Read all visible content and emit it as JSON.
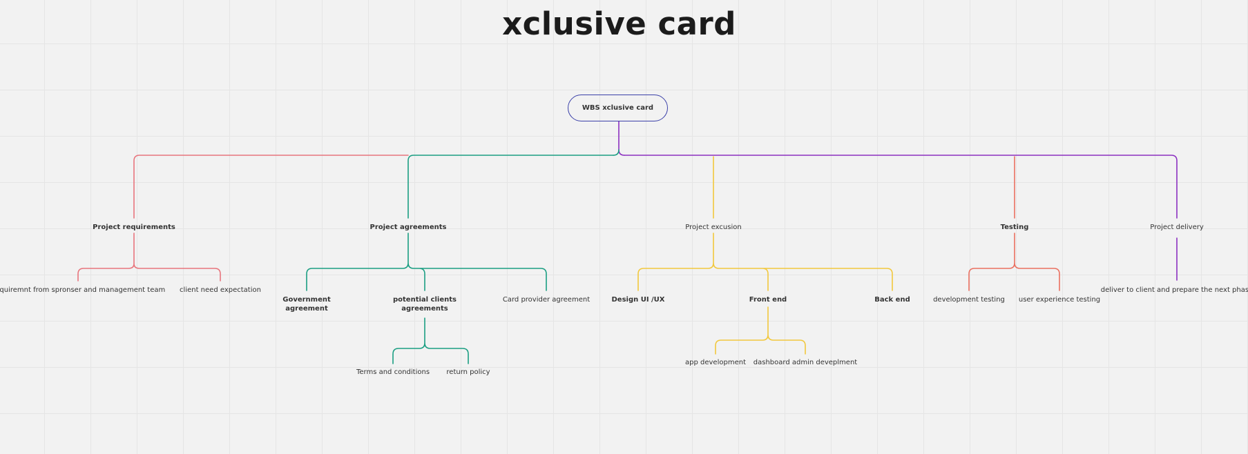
{
  "title": "xclusive card",
  "root": {
    "label": "WBS xclusive card"
  },
  "colors": {
    "requirements": "#e8747c",
    "agreements": "#1a9e82",
    "execution": "#f2c83c",
    "testing": "#ea7060",
    "delivery": "#8b2fc0",
    "root_border": "#3a3fa8"
  },
  "branches": {
    "requirements": {
      "label": "Project requirements",
      "children": [
        "Requiremnt from spronser and management team",
        "client need expectation"
      ]
    },
    "agreements": {
      "label": "Project agreements",
      "children": [
        "Government agreement",
        "potential clients agreements",
        "Card provider agreement"
      ],
      "sub": [
        "Terms and conditions",
        "return policy"
      ]
    },
    "execution": {
      "label": "Project  excusion",
      "children": [
        "Design UI /UX",
        "Front end",
        "Back end"
      ],
      "sub": [
        "app development",
        "dashboard admin deveplment"
      ]
    },
    "testing": {
      "label": "Testing",
      "children": [
        "development testing",
        "user experience testing"
      ]
    },
    "delivery": {
      "label": "Project delivery",
      "children": [
        "deliver to client and prepare the next phase"
      ]
    }
  }
}
